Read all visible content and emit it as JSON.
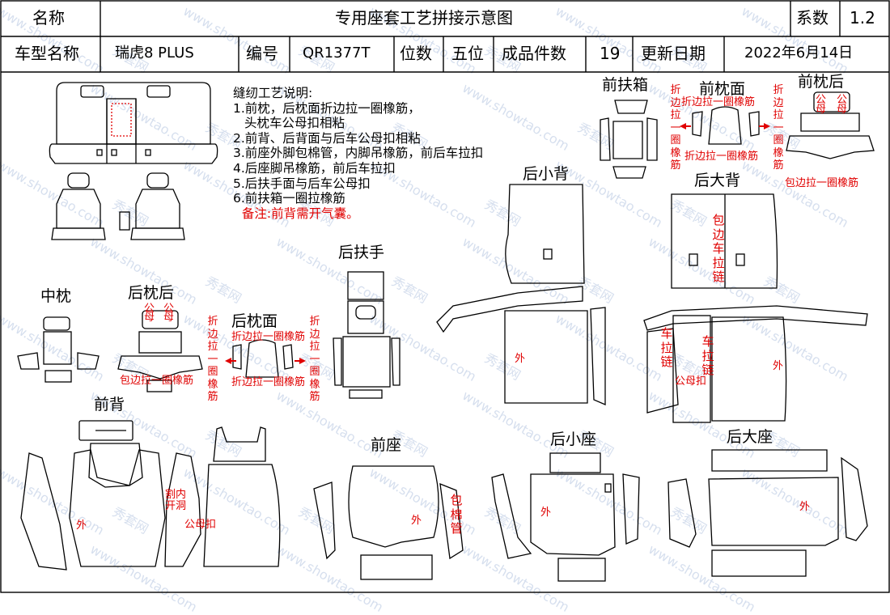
{
  "header": {
    "name_label": "名称",
    "title": "专用座套工艺拼接示意图",
    "factor_label": "系数",
    "factor_value": "1.2",
    "model_label": "车型名称",
    "model_value": "瑞虎8 PLUS",
    "code_label": "编号",
    "code_value": "QR1377T",
    "seats_label": "位数",
    "seats_value": "五位",
    "pieces_label": "成品件数",
    "pieces_value": "19",
    "date_label": "更新日期",
    "date_value": "2022年6月14日"
  },
  "notes": {
    "title": "缝纫工艺说明:",
    "lines": [
      "1.前枕，后枕面折边拉一圈橡筋，",
      "  头枕车公母扣相粘",
      "2.前背、后背面与后车公母扣相粘",
      "3.前座外脚包棉管，内脚吊橡筋，前后车拉扣",
      "4.后座脚吊橡筋，前后车拉扣",
      "5.后扶手面与后车公母扣",
      "6.前扶箱一圈拉橡筋"
    ],
    "remark": "备注:前背需开气囊。"
  },
  "parts": {
    "front_armbox": "前扶箱",
    "front_pillow_face": "前枕面",
    "front_pillow_back": "前枕后",
    "rear_small_back": "后小背",
    "rear_big_back": "后大背",
    "rear_armrest": "后扶手",
    "middle_pillow": "中枕",
    "rear_pillow_back": "后枕后",
    "rear_pillow_face": "后枕面",
    "front_back": "前背",
    "front_seat": "前座",
    "rear_small_seat": "后小座",
    "rear_big_seat": "后大座"
  },
  "annotations": {
    "fold": "折边拉一圈橡筋",
    "fold_short": "折边拉一圈橡筋",
    "wrap_edge": "包边拉一圈橡筋",
    "male": "公",
    "female": "母",
    "zipper_wrap": "包边车拉链",
    "zipper": "车拉链",
    "buckle": "公母扣",
    "outer": "外",
    "inner_hole": "割内开洞",
    "cotton_tube": "包棉管"
  },
  "watermark": {
    "site": "www.showtao.com",
    "brand": "秀套网"
  },
  "colors": {
    "line": "#000000",
    "annotation_red": "#e00000",
    "watermark": "#9ab0d8"
  }
}
